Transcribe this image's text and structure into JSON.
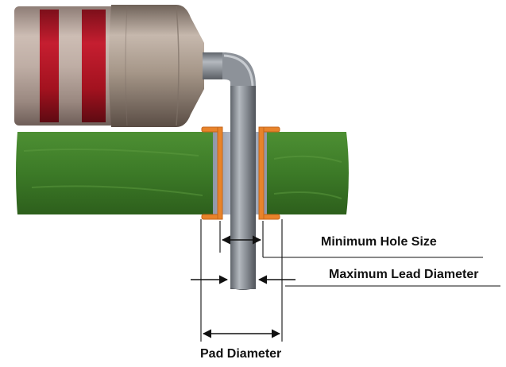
{
  "labels": {
    "minimum_hole_size": "Minimum Hole Size",
    "maximum_lead_diameter": "Maximum Lead Diameter",
    "pad_diameter": "Pad Diameter"
  },
  "colors": {
    "board_green": "#3f7d2a",
    "copper_orange": "#e8832a",
    "resistor_body": "#b9a79e",
    "resistor_band_red": "#b5192a",
    "end_cap_metal": "#9a8c80",
    "lead_gray": "#8a8f96",
    "line_color": "#111111"
  }
}
